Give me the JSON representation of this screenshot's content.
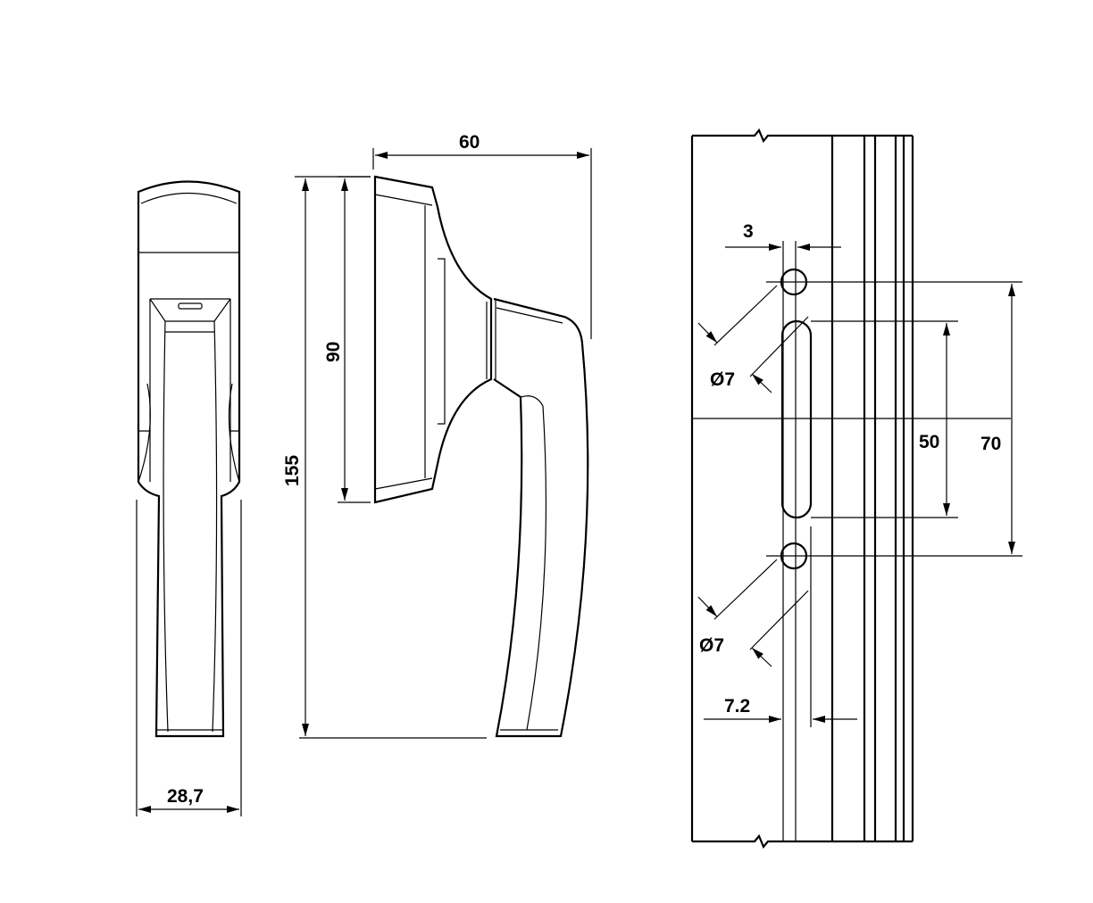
{
  "dimensions": {
    "width_front": "28,7",
    "depth": "60",
    "height_base": "90",
    "height_total": "155",
    "offset_top": "3",
    "hole_diameter_top": "Ø7",
    "hole_diameter_bottom": "Ø7",
    "slot_length": "50",
    "hole_spacing": "70",
    "edge_distance": "7.2"
  }
}
